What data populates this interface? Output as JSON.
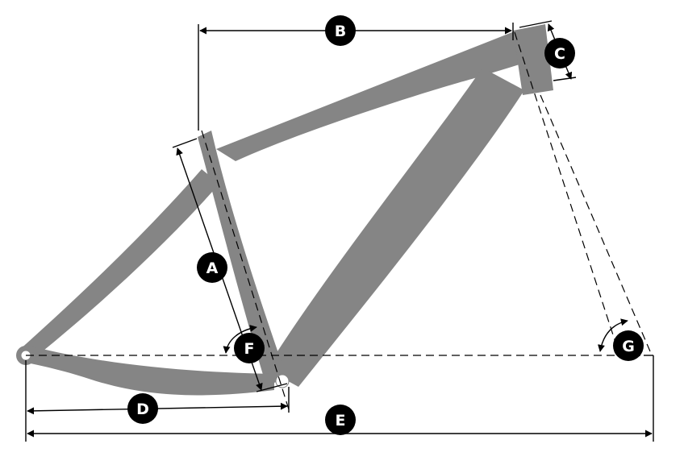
{
  "colors": {
    "frame": "#858585",
    "line": "#000000",
    "badge": "#000000",
    "badge_text": "#ffffff",
    "background": "#ffffff"
  },
  "labels": {
    "a": "A",
    "b": "B",
    "c": "C",
    "d": "D",
    "e": "E",
    "f": "F",
    "g": "G"
  }
}
